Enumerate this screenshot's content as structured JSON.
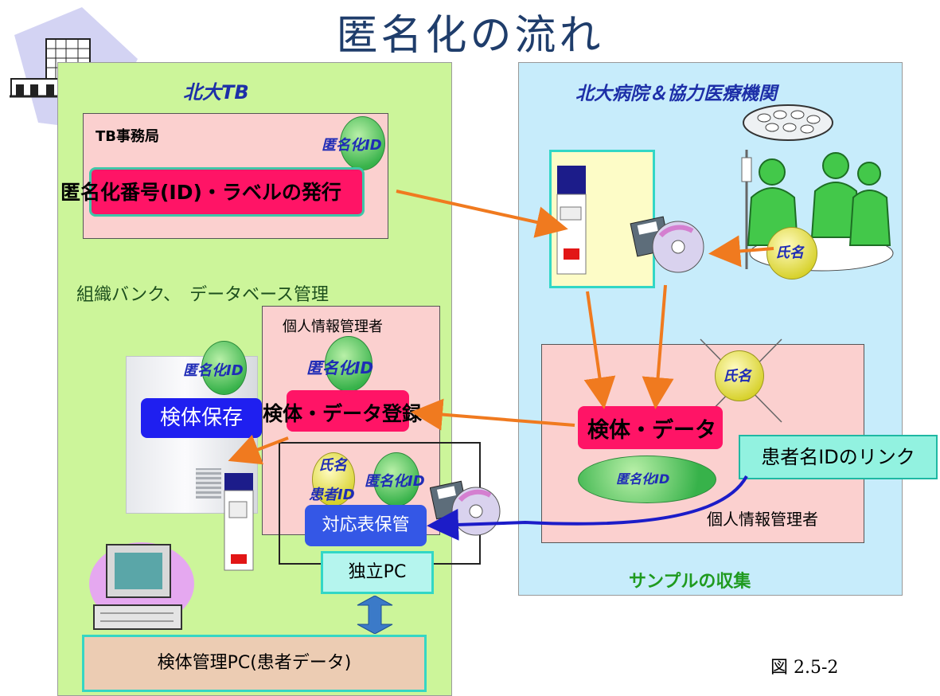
{
  "title": "匿名化の流れ",
  "left_panel": {
    "header": "北大TB",
    "tb_office": {
      "label": "TB事務局",
      "id_badge": "匿名化ID",
      "issue_label": "匿名化番号(ID)・ラベルの発行"
    },
    "tissue_bank_label": "組織バンク、　データベース管理",
    "freezer": {
      "id_badge": "匿名化ID",
      "store_label": "検体保存"
    },
    "manager_box": {
      "label": "個人情報管理者",
      "id_badge": "匿名化ID",
      "register_label": "検体・データ登録",
      "name_badge_line1": "氏名",
      "name_badge_line2": "患者ID",
      "id_badge2": "匿名化ID",
      "table_label": "対応表保管",
      "pc_label": "独立PC"
    },
    "sample_pc_label": "検体管理PC(患者データ)"
  },
  "right_panel": {
    "header": "北大病院＆協力医療機関",
    "name_badge": "氏名",
    "data_box": {
      "name_badge": "氏名",
      "data_label": "検体・データ",
      "id_ellipse": "匿名化ID",
      "manager_label": "個人情報管理者"
    },
    "footer": "サンプルの収集"
  },
  "link_label": "患者名IDのリンク",
  "figure_number": "図 2.5-2",
  "colors": {
    "arrow_orange": "#f07a1f",
    "arrow_blue": "#1c1cc8",
    "accent_red": "#ff1466",
    "accent_blue": "#1f1ff0"
  }
}
